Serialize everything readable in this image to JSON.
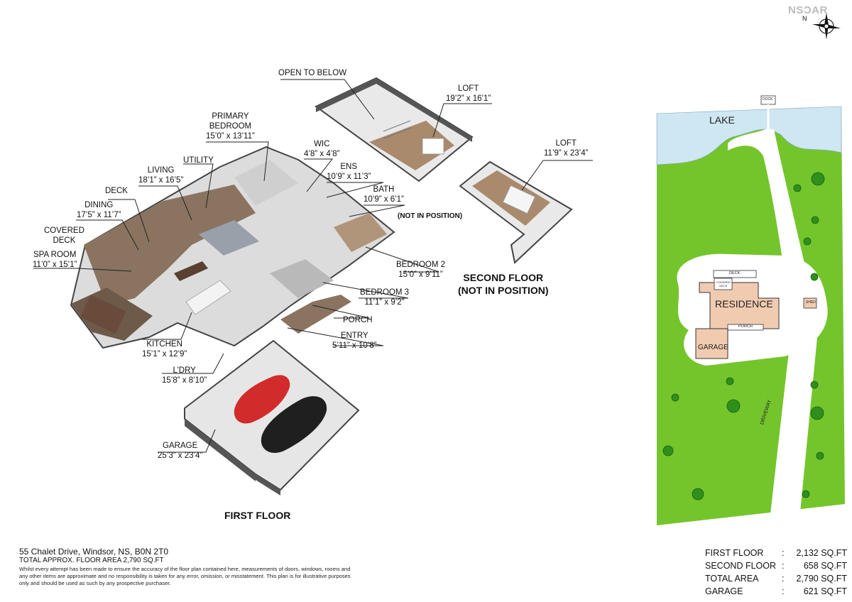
{
  "logo": "NSƆAR",
  "compass": {
    "label": "N"
  },
  "floors": {
    "first": "FIRST FLOOR",
    "second_line1": "SECOND FLOOR",
    "second_line2": "(NOT IN POSITION)",
    "not_in_position": "(NOT IN POSITION)"
  },
  "rooms": {
    "open_to_below": {
      "name": "OPEN TO BELOW"
    },
    "loft1": {
      "name": "LOFT",
      "dim": "19’2” x 16’1”"
    },
    "loft2": {
      "name": "LOFT",
      "dim": "11’9” x 23’4”"
    },
    "primary_bedroom": {
      "name1": "PRIMARY",
      "name2": "BEDROOM",
      "dim": "15’0” x 13’11”"
    },
    "wic": {
      "name": "WIC",
      "dim": "4’8” x 4’8”"
    },
    "ens": {
      "name": "ENS",
      "dim": "10’9” x 11’3”"
    },
    "bath": {
      "name": "BATH",
      "dim": "10’9” x 6’1”"
    },
    "utility": {
      "name": "UTILITY"
    },
    "living": {
      "name": "LIVING",
      "dim": "18’1” x 16’5”"
    },
    "deck": {
      "name": "DECK"
    },
    "dining": {
      "name": "DINING",
      "dim": "17’5” x 11’7”"
    },
    "covered_deck": {
      "name1": "COVERED",
      "name2": "DECK"
    },
    "spa_room": {
      "name": "SPA ROOM",
      "dim": "11’0” x 15’1”"
    },
    "bedroom2": {
      "name": "BEDROOM 2",
      "dim": "15’0” x 9’11”"
    },
    "bedroom3": {
      "name": "BEDROOM 3",
      "dim": "11’1” x 9’2”"
    },
    "porch": {
      "name": "PORCH"
    },
    "entry": {
      "name": "ENTRY",
      "dim": "5’11” x 10’8”"
    },
    "kitchen": {
      "name": "KITCHEN",
      "dim": "15’1” x 12’9”"
    },
    "laundry": {
      "name": "L’DRY",
      "dim": "15’8” x 8’10”"
    },
    "garage": {
      "name": "GARAGE",
      "dim": "25’3” x 23’4”"
    }
  },
  "site": {
    "lake": "LAKE",
    "dock": "DOCK",
    "residence": "RESIDENCE",
    "garage": "GARAGE",
    "deck": "DECK",
    "covered_deck_1": "COVERED",
    "covered_deck_2": "DECK",
    "porch": "PORCH",
    "shed": "SHED",
    "driveway": "DRIVEWAY",
    "colors": {
      "grass": "#74c52c",
      "lake": "#cfe6f3",
      "building": "#f1cbb0",
      "path": "#ffffff"
    }
  },
  "footer": {
    "address": "55 Chalet Drive, Windsor, NS, B0N 2T0",
    "total_area": "TOTAL APPROX. FLOOR AREA 2,790 SQ.FT",
    "disclaimer": "Whilst every attempt has been made to ensure the accuracy of the floor plan contained here, measurements of doors, windows, rooms and any other items are approximate and no responsibility is taken for any error, omission, or misstatement. This plan is for illustrative purposes only and should be used as such by any prospective purchaser."
  },
  "summary": [
    {
      "label": "FIRST FLOOR",
      "colon": ":",
      "value": "2,132 SQ.FT"
    },
    {
      "label": "SECOND FLOOR",
      "colon": ":",
      "value": "658 SQ.FT"
    },
    {
      "label": "TOTAL AREA",
      "colon": ":",
      "value": "2,790 SQ.FT"
    },
    {
      "label": "GARAGE",
      "colon": ":",
      "value": "621 SQ.FT"
    }
  ]
}
